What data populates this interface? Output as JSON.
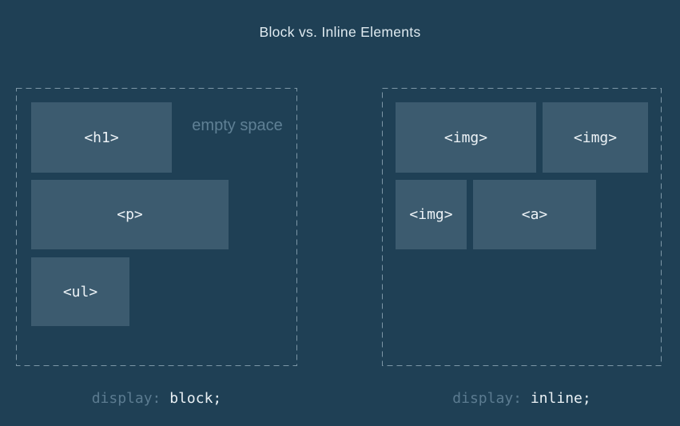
{
  "title": "Block vs. Inline Elements",
  "colors": {
    "background": "#1f4055",
    "box_fill": "#3c5b6f",
    "dashed_border": "#7d97a7",
    "muted_text": "#5f8095",
    "primary_text": "#ecf2f6"
  },
  "panels": {
    "block": {
      "empty_space_label": "empty space",
      "boxes": [
        {
          "label": "<h1>"
        },
        {
          "label": "<p>"
        },
        {
          "label": "<ul>"
        }
      ],
      "caption": {
        "property": "display:",
        "value": "block;"
      }
    },
    "inline": {
      "boxes": [
        {
          "label": "<img>"
        },
        {
          "label": "<img>"
        },
        {
          "label": "<img>"
        },
        {
          "label": "<a>"
        }
      ],
      "caption": {
        "property": "display:",
        "value": "inline;"
      }
    }
  }
}
